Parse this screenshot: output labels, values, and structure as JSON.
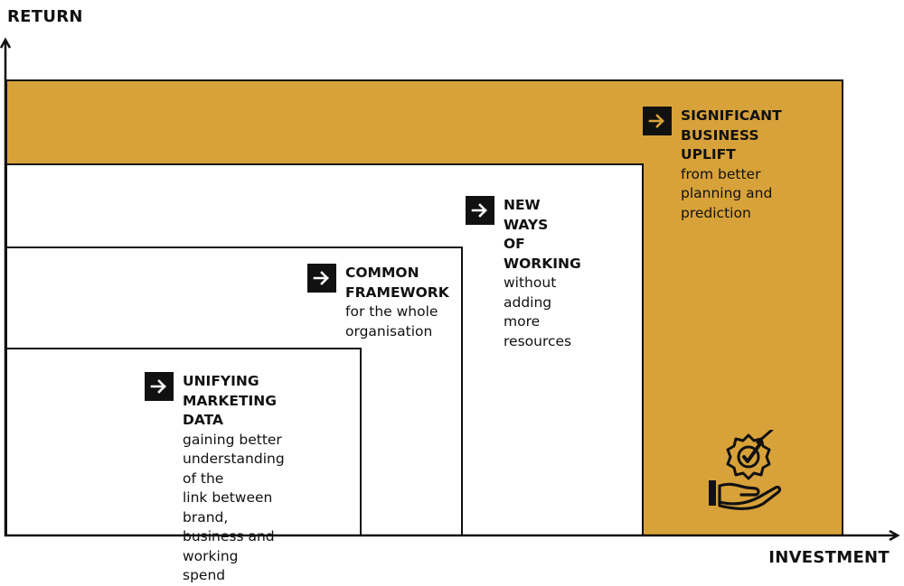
{
  "axes": {
    "y_label": "RETURN",
    "x_label": "INVESTMENT"
  },
  "stages": [
    {
      "title": "UNIFYING\nMARKETING DATA",
      "description": "gaining better\nunderstanding of the\nlink between brand,\nbusiness and\nworking spend",
      "icon": "arrow-right-icon"
    },
    {
      "title": "COMMON\nFRAMEWORK",
      "description": "for the whole\norganisation",
      "icon": "arrow-right-icon"
    },
    {
      "title": "NEW WAYS\nOF WORKING",
      "description": "without adding\nmore resources",
      "icon": "arrow-right-icon"
    },
    {
      "title": "SIGNIFICANT\nBUSINESS UPLIFT",
      "description": "from better\nplanning and\nprediction",
      "icon": "arrow-right-icon"
    }
  ],
  "colors": {
    "accent": "#d8a23a",
    "ink": "#111111",
    "background": "#ffffff"
  },
  "icons": {
    "uplift": "hand-badge-check-icon"
  }
}
